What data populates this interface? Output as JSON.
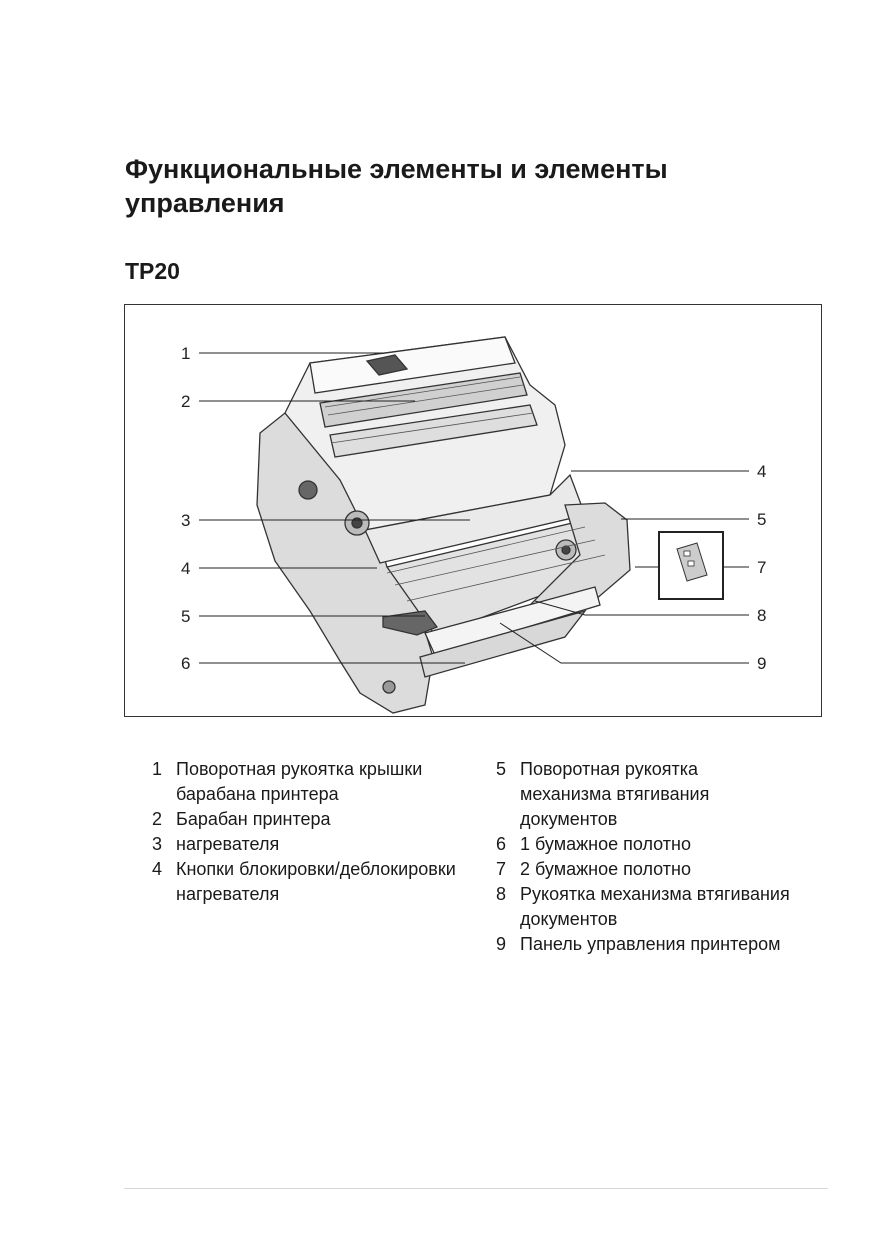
{
  "page": {
    "title": "Функциональные элементы и элементы управления",
    "subtitle": "TP20"
  },
  "figure": {
    "callouts_left": [
      "1",
      "2",
      "3",
      "4",
      "5",
      "6"
    ],
    "callouts_right": [
      "4",
      "5",
      "7",
      "8",
      "9"
    ]
  },
  "legend": {
    "left": [
      {
        "num": "1",
        "text": "Поворотная рукоятка крышки барабана принтера"
      },
      {
        "num": "2",
        "text": "Барабан принтера"
      },
      {
        "num": "3",
        "text": "нагревателя"
      },
      {
        "num": "4",
        "text": "Кнопки блокировки/деблокировки нагревателя"
      }
    ],
    "right": [
      {
        "num": "5",
        "text": "Поворотная рукоятка механизма втягивания документов"
      },
      {
        "num": "6",
        "text": "1 бумажное полотно"
      },
      {
        "num": "7",
        "text": "2 бумажное полотно"
      },
      {
        "num": "8",
        "text": "Рукоятка механизма втягивания документов"
      },
      {
        "num": "9",
        "text": "Панель управления принтером"
      }
    ]
  }
}
